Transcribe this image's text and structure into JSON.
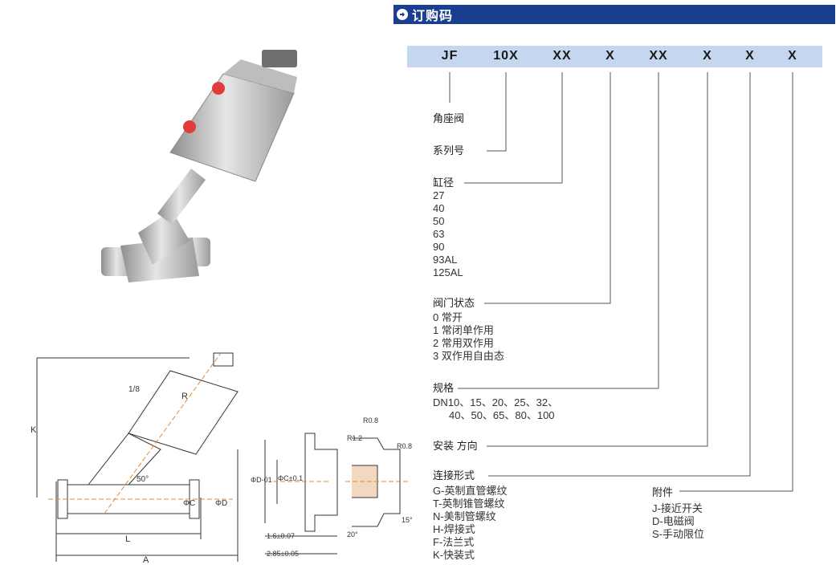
{
  "header": {
    "title": "订购码"
  },
  "code_segments": [
    "JF",
    "10X",
    "XX",
    "X",
    "XX",
    "X",
    "X",
    "X"
  ],
  "fields": {
    "type": {
      "label": "角座阀"
    },
    "series": {
      "label": "系列号"
    },
    "bore": {
      "label": "缸径",
      "options": [
        "27",
        "40",
        "50",
        "63",
        "90",
        "93AL",
        "125AL"
      ]
    },
    "valve_state": {
      "label": "阀门状态",
      "options": [
        "0 常开",
        "1 常闭单作用",
        "2 常用双作用",
        "3 双作用自由态"
      ]
    },
    "spec": {
      "label": "规格",
      "options": [
        "DN10、15、20、25、32、",
        "40、50、65、80、100"
      ]
    },
    "install": {
      "label": "安装 方向"
    },
    "connection": {
      "label": "连接形式",
      "options": [
        "G-英制直管螺纹",
        "T-英制锥管螺纹",
        "N-美制管螺纹",
        "H-焊接式",
        "F-法兰式",
        "K-快装式"
      ]
    },
    "accessory": {
      "label": "附件",
      "options": [
        "J-接近开关",
        "D-电磁阀",
        "S-手动限位"
      ]
    }
  },
  "drawing_labels": {
    "k": "K",
    "l": "L",
    "a": "A",
    "r": "R",
    "d": "ΦD",
    "c": "ΦC",
    "angle": "50°",
    "thread": "1/8",
    "r08": "R0.8",
    "r12": "R1.2",
    "r08b": "R0.8",
    "a20": "20°",
    "a15": "15°",
    "d_phi": "ΦD-01",
    "c_phi": "ΦC±0.1",
    "t1": "1.6±0.07",
    "t2": "2.85±0.05"
  },
  "colors": {
    "header": "#1b3f8f",
    "band": "#c5d7ee",
    "leader": "#555555",
    "accent": "#e08a3a"
  }
}
